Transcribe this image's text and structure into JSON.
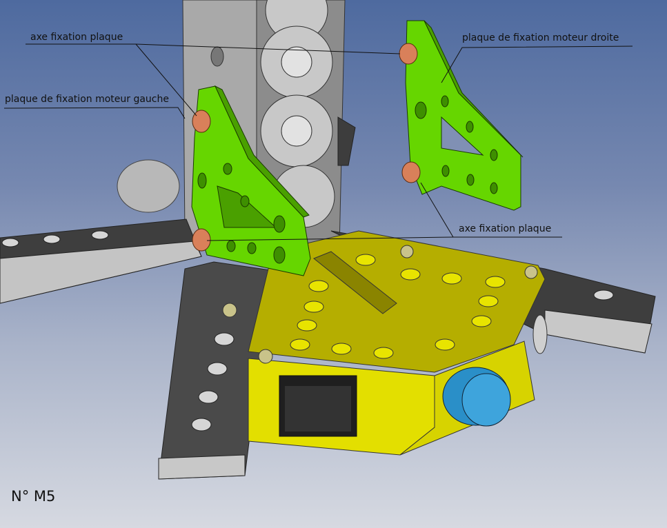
{
  "labels": {
    "axe_top_left": "axe fixation plaque",
    "plate_left": "plaque de fixation moteur gauche",
    "plate_right": "plaque de fixation moteur droite",
    "axe_bottom_right": "axe fixation plaque"
  },
  "reference": "N° M5",
  "colors": {
    "plate_green": "#66d600",
    "box_yellow": "#e0dc00",
    "arm_gray": "#5a5a5a",
    "pin_copper": "#d9805a",
    "button_blue": "#2a8fc8"
  }
}
